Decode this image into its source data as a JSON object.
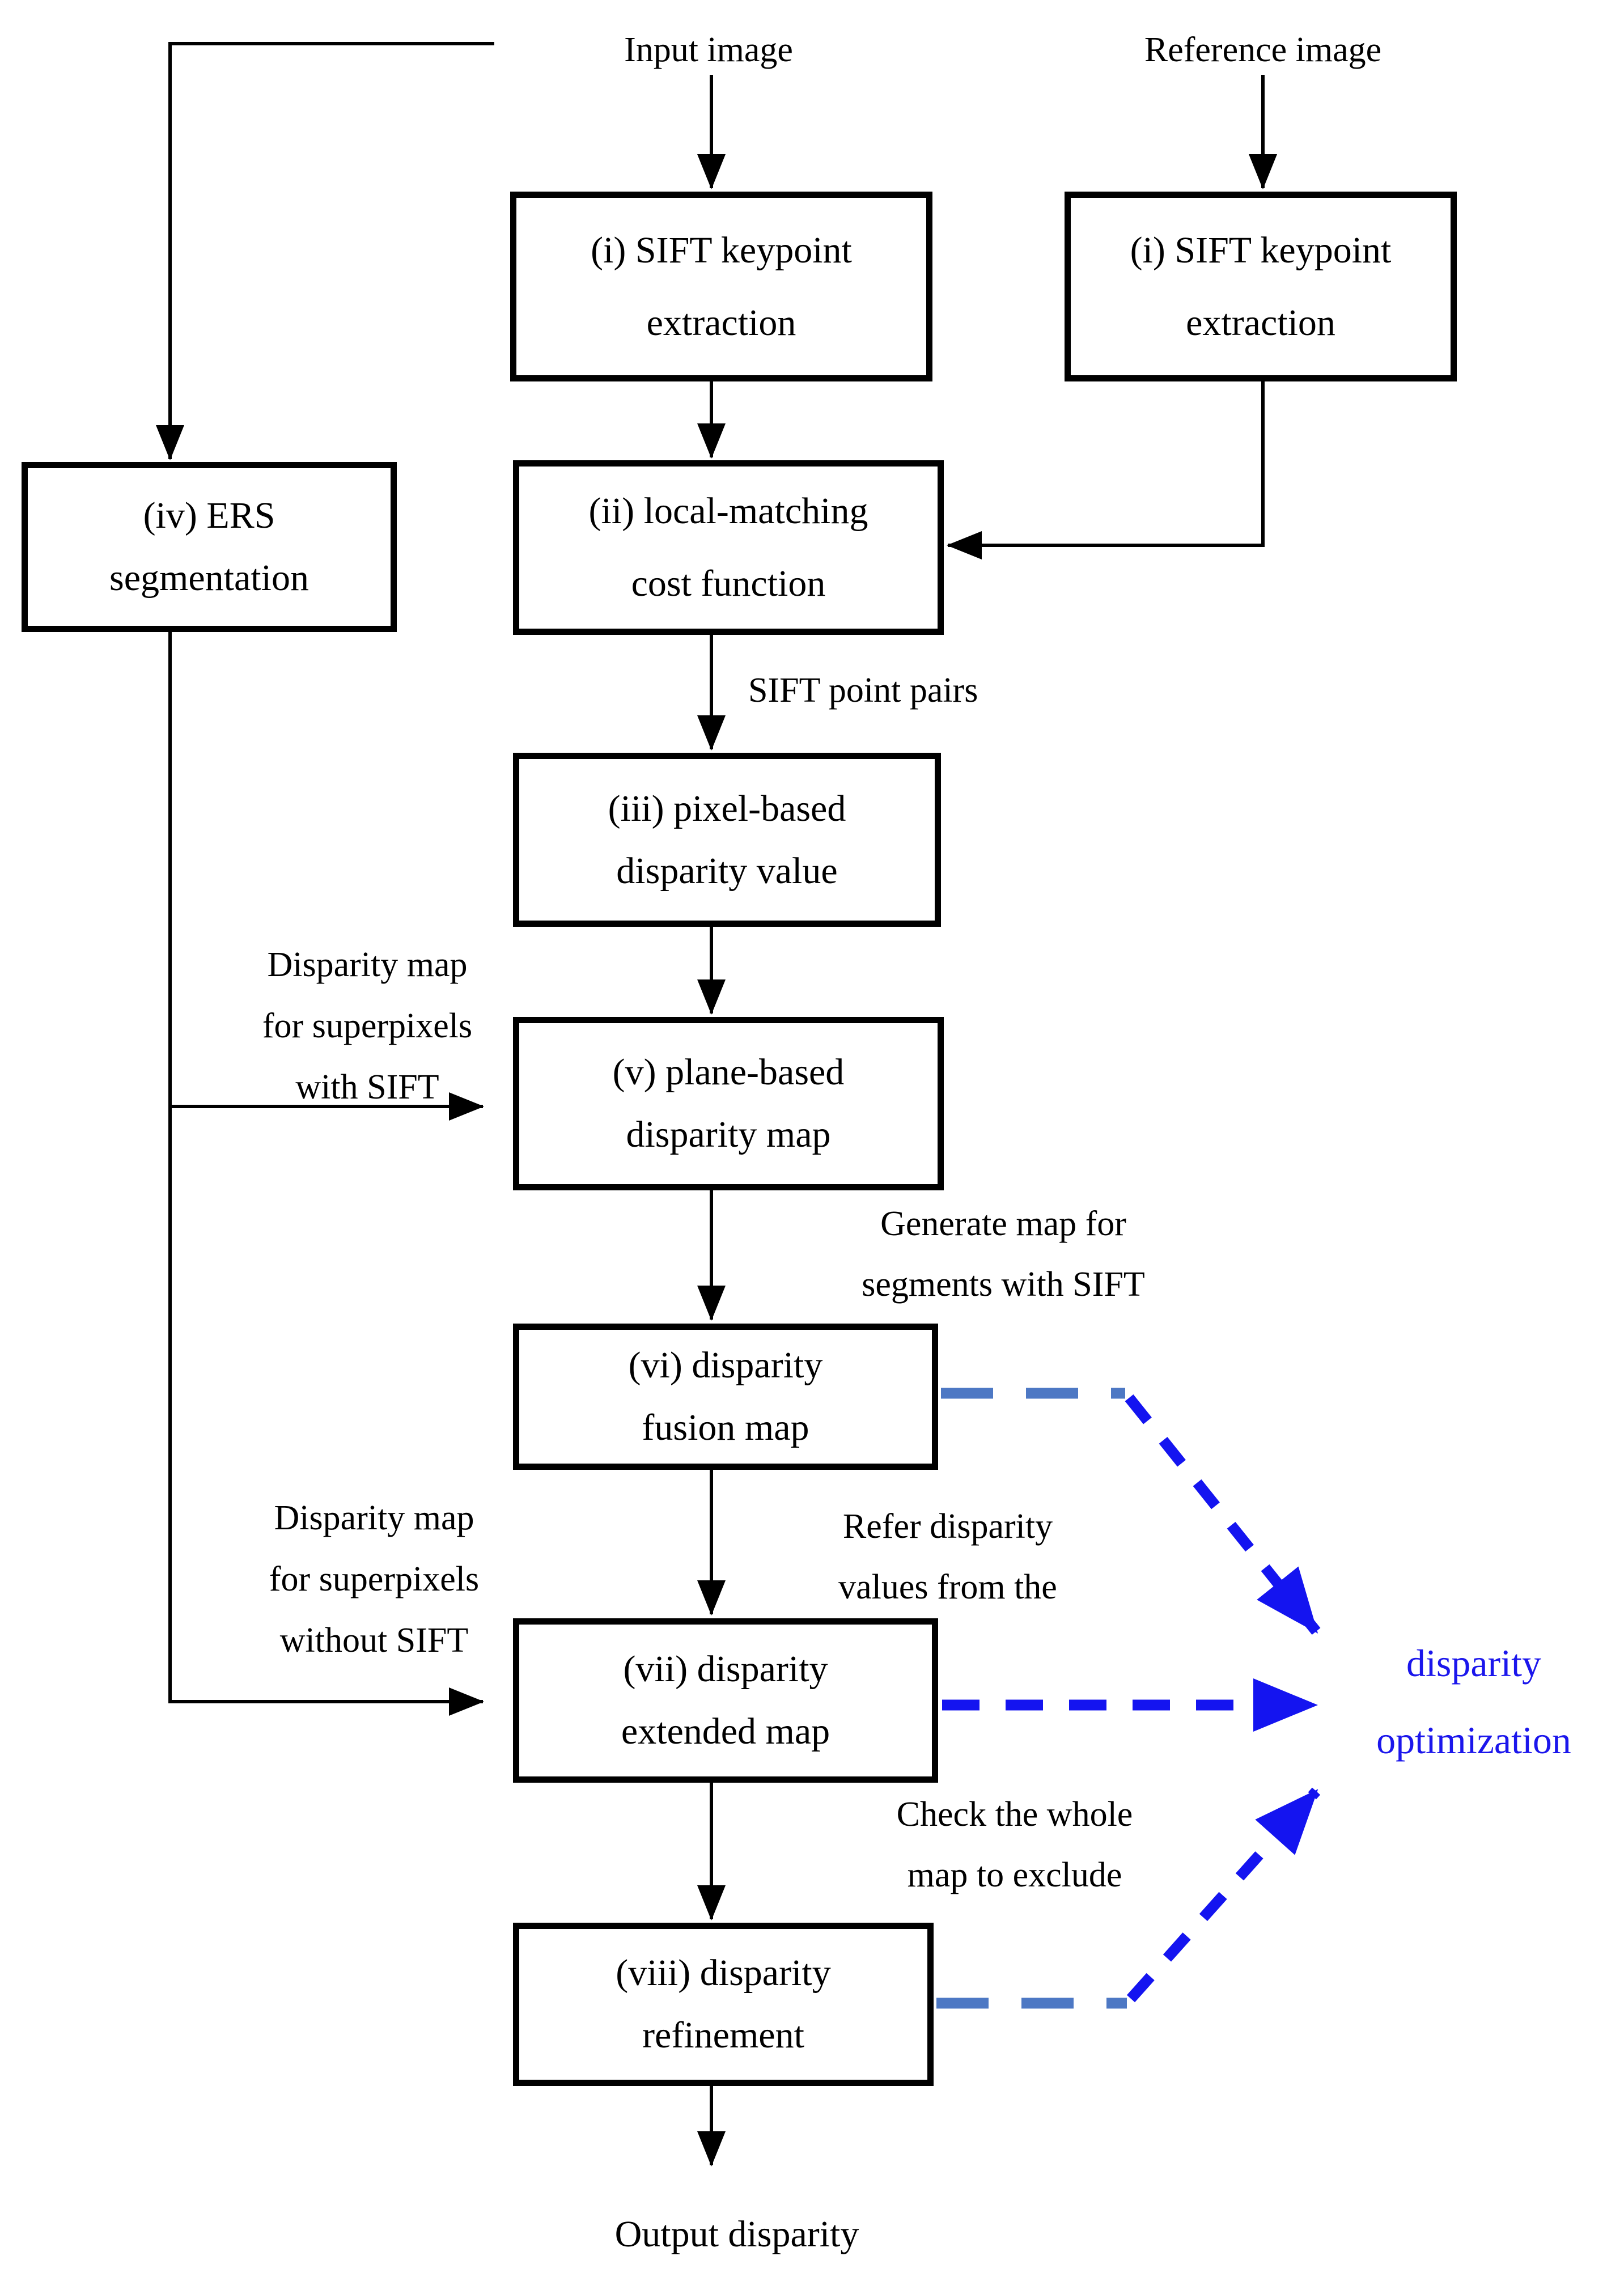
{
  "colors": {
    "line-black": "#000000",
    "steel-blue-dash": "#4d78c4",
    "vivid-blue": "#1414f0",
    "optimization-text": "#1b16ec",
    "box-fill": "#ffffff"
  },
  "nodes": {
    "input_image": "Input image",
    "reference_image": "Reference image",
    "sift_left": {
      "line1": "(i) SIFT keypoint",
      "line2": "extraction"
    },
    "sift_right": {
      "line1": "(i) SIFT keypoint",
      "line2": "extraction"
    },
    "local_matching": {
      "line1": "(ii) local-matching",
      "line2": "cost function"
    },
    "pixel_based": {
      "line1": "(iii) pixel-based",
      "line2": "disparity value"
    },
    "ers": {
      "line1": "(iv) ERS",
      "line2": "segmentation"
    },
    "plane_based": {
      "line1": "(v) plane-based",
      "line2": "disparity map"
    },
    "fusion": {
      "line1": "(vi) disparity",
      "line2": "fusion map"
    },
    "extended": {
      "line1": "(vii) disparity",
      "line2": "extended map"
    },
    "refinement": {
      "line1": "(viii) disparity",
      "line2": "refinement"
    },
    "disparity_optimization": {
      "line1": "disparity",
      "line2": "optimization"
    },
    "output_disparity": "Output disparity"
  },
  "edge_labels": {
    "sift_point_pairs": "SIFT point pairs",
    "with_sift": {
      "line1": "Disparity map",
      "line2": "for superpixels",
      "line3": "with SIFT"
    },
    "generate_map": {
      "line1": "Generate map for",
      "line2": "segments with SIFT"
    },
    "refer_disparity": {
      "line1": "Refer disparity",
      "line2": "values from the"
    },
    "without_sift": {
      "line1": "Disparity map",
      "line2": "for superpixels",
      "line3": "without SIFT"
    },
    "check_whole": {
      "line1": "Check the whole",
      "line2": "map to exclude"
    }
  }
}
